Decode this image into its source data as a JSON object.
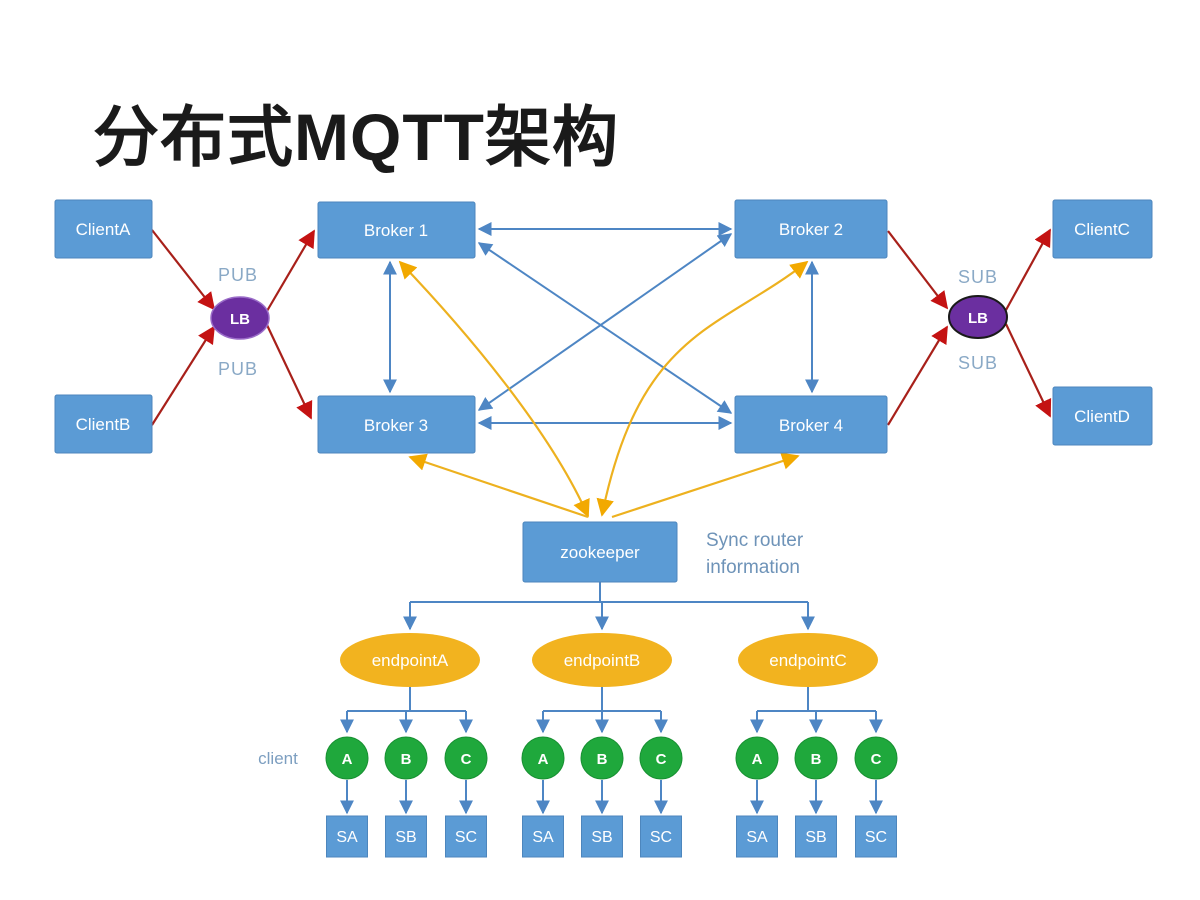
{
  "title": "分布式MQTT架构",
  "nodes": {
    "clientA": "ClientA",
    "clientB": "ClientB",
    "clientC": "ClientC",
    "clientD": "ClientD",
    "broker1": "Broker 1",
    "broker2": "Broker 2",
    "broker3": "Broker 3",
    "broker4": "Broker 4",
    "zookeeper": "zookeeper",
    "lb_pub": "LB",
    "lb_sub": "LB"
  },
  "labels": {
    "pub_top": "PUB",
    "pub_bottom": "PUB",
    "sub_top": "SUB",
    "sub_bottom": "SUB",
    "sync_line1": "Sync router",
    "sync_line2": "information",
    "client_row": "client"
  },
  "groups": [
    {
      "endpoint": "endpointA",
      "clients": [
        "A",
        "B",
        "C"
      ],
      "subs": [
        "SA",
        "SB",
        "SC"
      ]
    },
    {
      "endpoint": "endpointB",
      "clients": [
        "A",
        "B",
        "C"
      ],
      "subs": [
        "SA",
        "SB",
        "SC"
      ]
    },
    {
      "endpoint": "endpointC",
      "clients": [
        "A",
        "B",
        "C"
      ],
      "subs": [
        "SA",
        "SB",
        "SC"
      ]
    }
  ],
  "colors": {
    "node_blue": "#5B9BD5",
    "arrow_blue": "#4E86C4",
    "arrow_red": "#A8201A",
    "arrowhead_red": "#C41212",
    "arrow_yellow": "#EDB11F",
    "lb_purple": "#6B2FA0",
    "endpoint_orange": "#F2B31F",
    "client_green": "#1FA83C",
    "label_blue": "#7C9EC0",
    "sync_blue": "#6E93B8",
    "title_black": "#1A1A1A",
    "background": "#FFFFFF"
  }
}
